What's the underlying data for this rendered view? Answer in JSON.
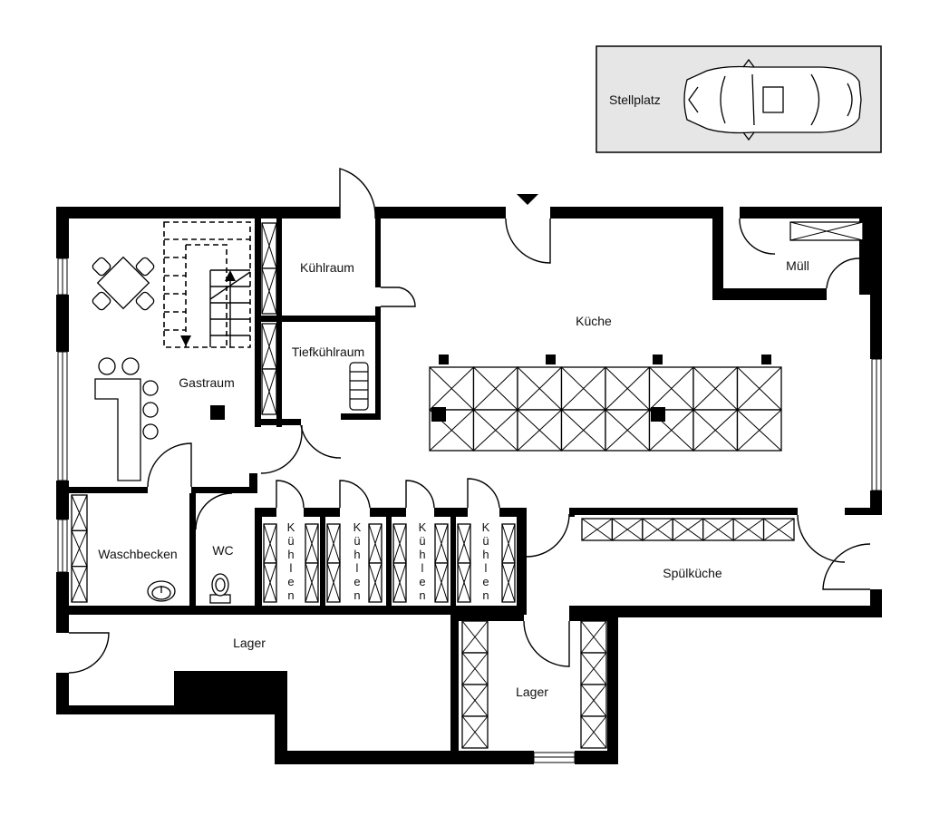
{
  "rooms": {
    "stellplatz": "Stellplatz",
    "kuehlraum": "Kühlraum",
    "muell": "Müll",
    "kueche": "Küche",
    "tiefkuehlraum": "Tiefkühlraum",
    "gastraum": "Gastraum",
    "waschbecken": "Waschbecken",
    "wc": "WC",
    "spuelkueche": "Spülküche",
    "lager_left": "Lager",
    "lager_right": "Lager"
  },
  "cooling_cells": [
    "K",
    "ü",
    "h",
    "l",
    "e",
    "n"
  ],
  "colors": {
    "wall": "#000000",
    "parking_fill": "#e6e6e6",
    "background": "#ffffff"
  }
}
